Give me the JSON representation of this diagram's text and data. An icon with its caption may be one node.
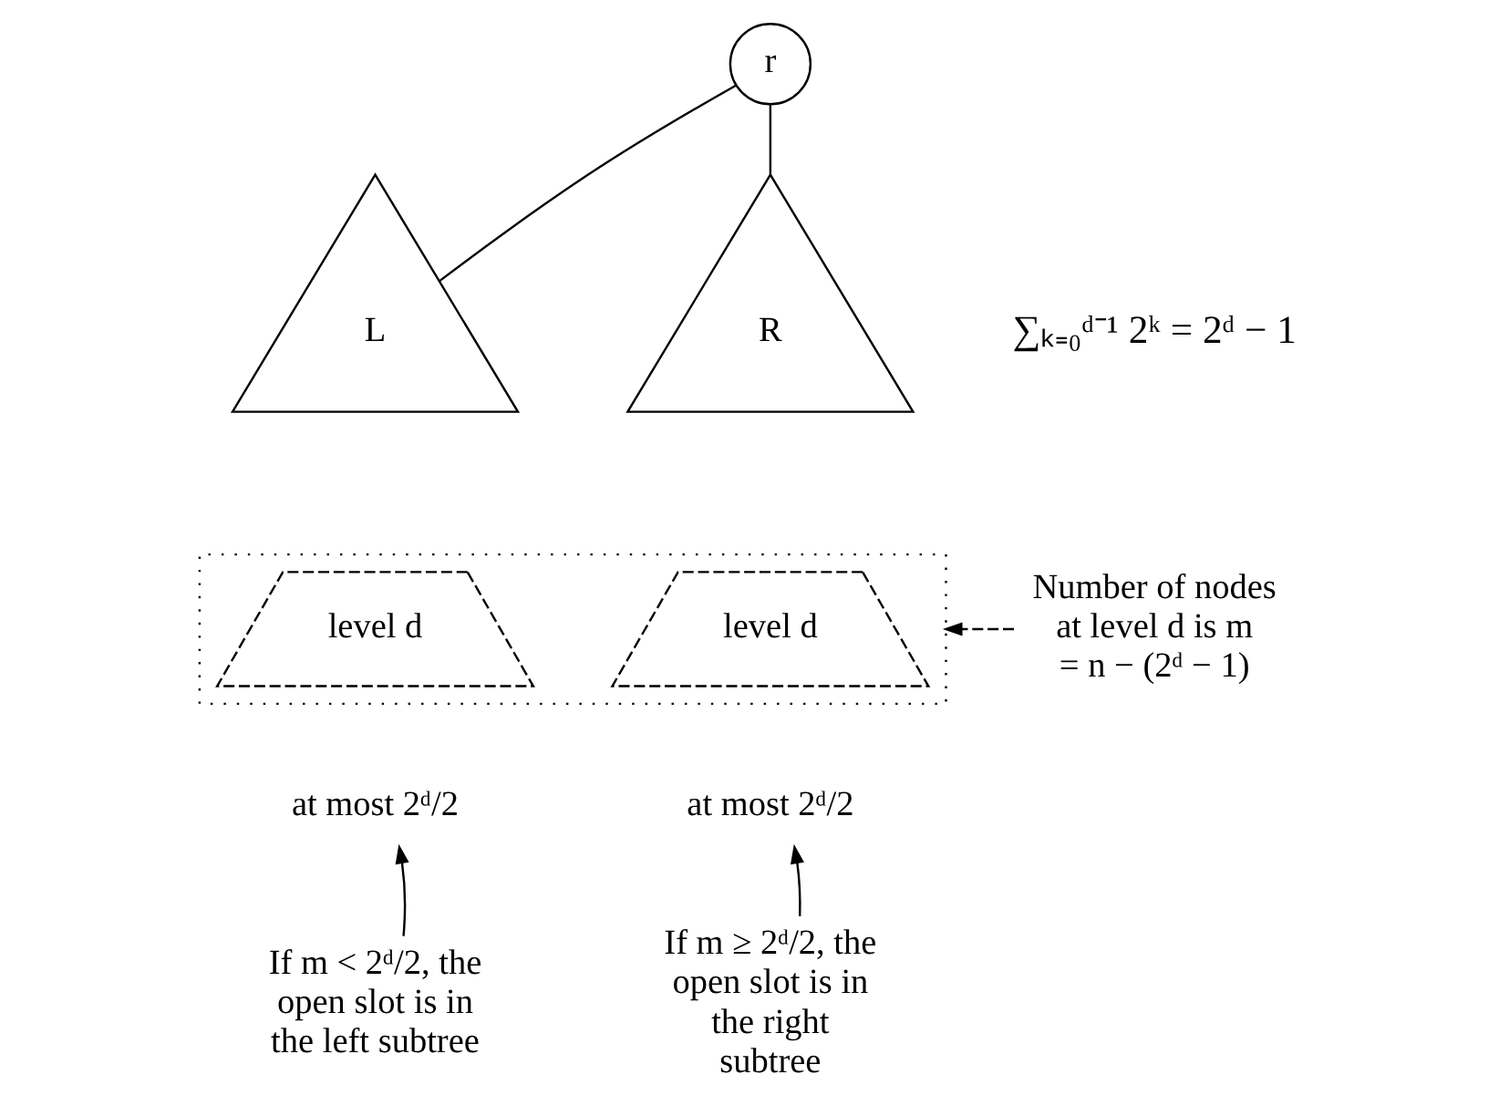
{
  "diagram": {
    "nodes": [
      {
        "text": [
          "r"
        ]
      },
      {
        "text": [
          "L"
        ]
      },
      {
        "text": [
          "R"
        ]
      },
      {
        "text": [],
        "shape": "box"
      },
      {
        "text": [
          "level d"
        ],
        "in": 3
      },
      {
        "text": [
          "level d"
        ],
        "in": 3
      },
      {
        "text": [
          "at most 2ᵈ/2"
        ]
      },
      {
        "text": [
          "at most 2ᵈ/2"
        ]
      },
      {
        "text": [
          "If m < 2ᵈ/2, the open slot is in the left subtree"
        ]
      },
      {
        "text": [
          "If m ≥ 2ᵈ/2, the open slot is in the right subtree"
        ]
      },
      {
        "text": [
          "Number of nodes at level d is m = n − (2ᵈ − 1)"
        ]
      }
    ],
    "edges": [
      {
        "from": 0,
        "to": 1,
        "arrow": "none"
      },
      {
        "from": 0,
        "to": 2,
        "arrow": "none"
      },
      {
        "from": 8,
        "to": 6,
        "arrow": "to"
      },
      {
        "from": 9,
        "to": 7,
        "arrow": "to"
      },
      {
        "from": 10,
        "to": 3,
        "arrow": "to",
        "style": "dashed"
      }
    ],
    "labels": [
      "∑ₖ₌₀ᵈ⁻¹ 2ᵏ = 2ᵈ − 1"
    ]
  }
}
